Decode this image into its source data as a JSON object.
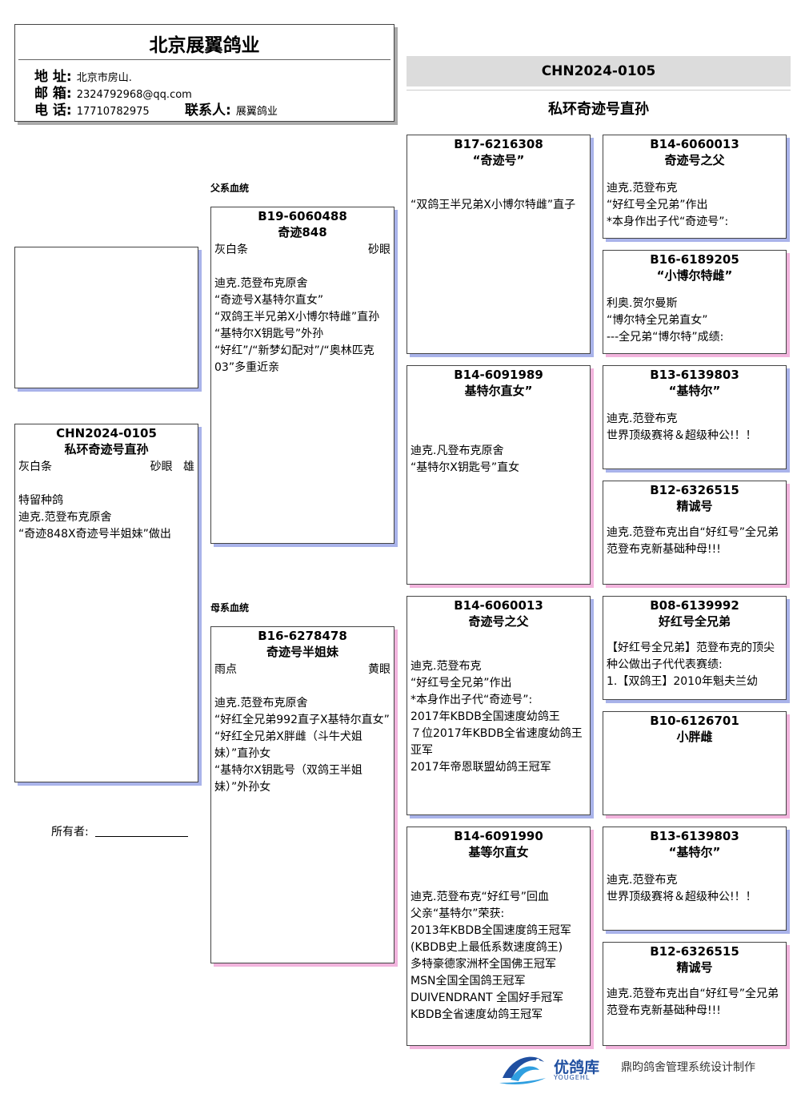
{
  "header": {
    "title": "北京展翼鸽业",
    "address_label": "地 址:",
    "address": "北京市房山.",
    "email_label": "邮 箱:",
    "email": "2324792968@qq.com",
    "phone_label": "电 话:",
    "phone": "17710782975",
    "contact_label": "联系人:",
    "contact": "展翼鸽业"
  },
  "pigeon": {
    "ring": "CHN2024-0105",
    "subtitle": "私环奇迹号直孙",
    "color": "灰白条",
    "eye": "砂眼",
    "sex": "雄",
    "desc": "特留种鸽\n迪克.范登布克原舍\n“奇迹848X奇迹号半姐妹”做出"
  },
  "labels": {
    "sire_line": "父系血统",
    "dam_line": "母系血统",
    "owner": "所有者:"
  },
  "sire": {
    "ring": "B19-6060488",
    "name": "奇迹848",
    "color": "灰白条",
    "eye": "砂眼",
    "desc": "迪克.范登布克原舍\n“奇迹号X基特尔直女”\n“双鸽王半兄弟X小博尔特雌”直孙\n“基特尔X钥匙号”外孙\n“好红”/“新梦幻配对”/“奥林匹克03”多重近亲"
  },
  "dam": {
    "ring": "B16-6278478",
    "name": "奇迹号半姐妹",
    "color": "雨点",
    "eye": "黄眼",
    "desc": "迪克.范登布克原舍\n“好红全兄弟992直子X基特尔直女”\n“好红全兄弟X胖雌（斗牛犬姐妹）”直孙女\n“基特尔X钥匙号（双鸽王半姐妹）”外孙女"
  },
  "ss": {
    "ring": "B17-6216308",
    "name": "“奇迹号”",
    "desc": "“双鸽王半兄弟X小博尔特雌”直子"
  },
  "sd": {
    "ring": "B14-6091989",
    "name": "基特尔直女”",
    "desc": "迪克.凡登布克原舍\n“基特尔X钥匙号”直女"
  },
  "ds": {
    "ring": "B14-6060013",
    "name": "奇迹号之父",
    "desc": "迪克.范登布克\n“好红号全兄弟”作出\n*本身作出子代“奇迹号”:\n2017年KBDB全国速度幼鸽王\n７位2017年KBDB全省速度幼鸽王亚军\n2017年帝恩联盟幼鸽王冠军"
  },
  "dd": {
    "ring": "B14-6091990",
    "name": "基等尔直女",
    "desc": "迪克.范登布克“好红号”回血\n父亲“基特尔”荣获:\n2013年KBDB全国速度鸽王冠军\n(KBDB史上最低系数速度鸽王)\n多特豪德家洲杯全国佛王冠军\nMSN全国全国鸽王冠军\nDUIVENDRANT 全国好手冠军\nKBDB全省速度幼鸽王冠军"
  },
  "sss": {
    "ring": "B14-6060013",
    "name": "奇迹号之父",
    "desc": "迪克.范登布克\n“好红号全兄弟”作出\n*本身作出子代“奇迹号”:"
  },
  "ssd": {
    "ring": "B16-6189205",
    "name": "“小博尔特雌”",
    "desc": "利奥.贺尔曼斯\n“博尔特全兄弟直女”\n---全兄弟“博尔特”成绩:"
  },
  "sds": {
    "ring": "B13-6139803",
    "name": "“基特尔”",
    "desc": "迪克.范登布克\n世界顶级赛将＆超级种公!！！"
  },
  "sdd": {
    "ring": "B12-6326515",
    "name": "精诚号",
    "desc": "迪克.范登布克出自“好红号”全兄弟范登布克新基础种母!!!"
  },
  "dss": {
    "ring": "B08-6139992",
    "name": "好红号全兄弟",
    "desc": "【好红号全兄弟】范登布克的顶尖种公做出子代代表赛绩:\n1.【双鸽王】2010年魁夫兰幼"
  },
  "dsd": {
    "ring": "B10-6126701",
    "name": "小胖雌",
    "desc": ""
  },
  "dds": {
    "ring": "B13-6139803",
    "name": "“基特尔”",
    "desc": "迪克.范登布克\n世界顶级赛将＆超级种公!！！"
  },
  "ddd": {
    "ring": "B12-6326515",
    "name": "精诚号",
    "desc": "迪克.范登布克出自“好红号”全兄弟范登布克新基础种母!!!"
  },
  "footer": {
    "brand": "优鸽库",
    "brand_sub": "YOUGEHL",
    "text": "鼎昀鸽舍管理系统设计制作"
  },
  "colors": {
    "shadow_blue": "#a9b3ea",
    "shadow_pink": "#f2b4dd",
    "brand": "#1f4fa0"
  }
}
